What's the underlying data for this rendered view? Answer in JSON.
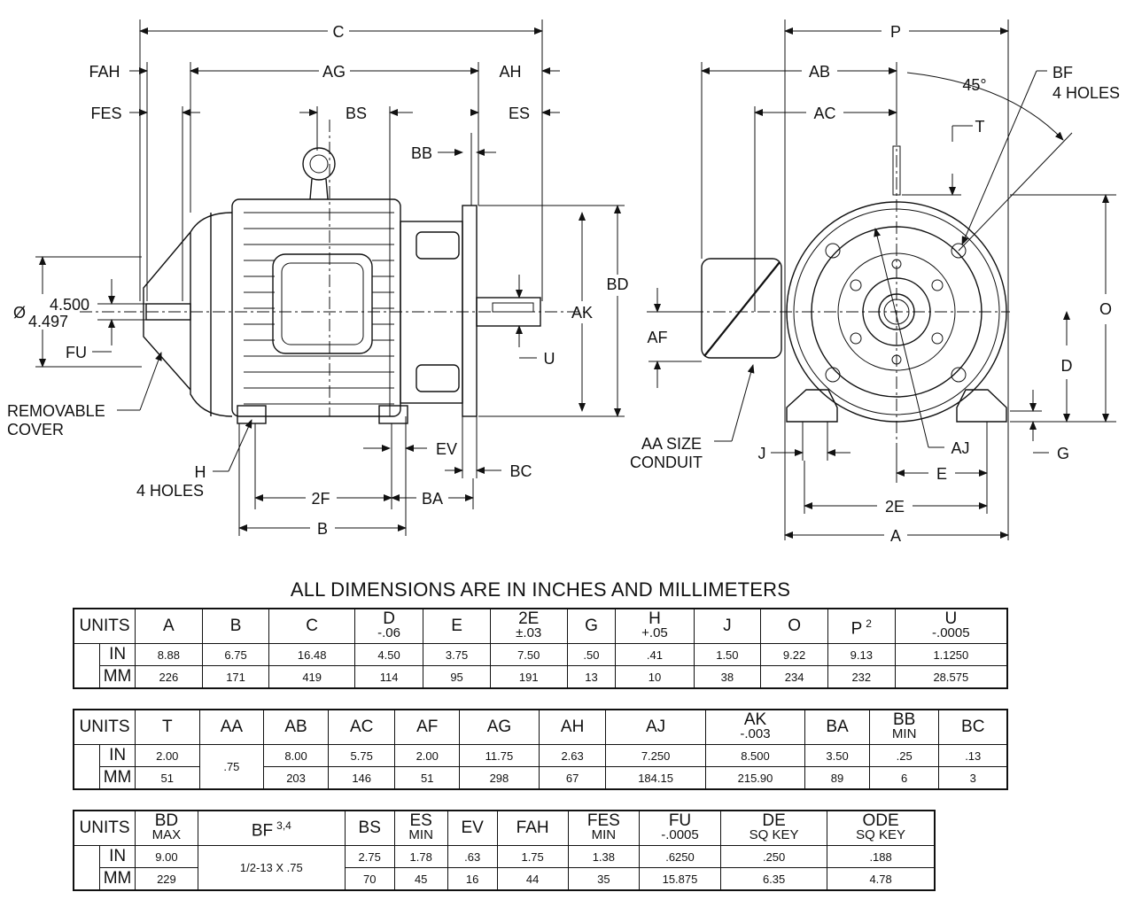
{
  "side_view": {
    "dims": {
      "C": "C",
      "FAH": "FAH",
      "AG": "AG",
      "AH": "AH",
      "FES": "FES",
      "BS": "BS",
      "ES": "ES",
      "BB": "BB",
      "BD": "BD",
      "AK": "AK",
      "U": "U",
      "FU": "FU",
      "EV": "EV",
      "BC": "BC",
      "F2": "2F",
      "BA": "BA",
      "B": "B"
    },
    "shaft_dia_top": "4.500",
    "shaft_dia_bottom": "4.497",
    "shaft_dia_symbol": "Ø",
    "removable_cover": [
      "REMOVABLE",
      "COVER"
    ],
    "holes": [
      "H",
      "4 HOLES"
    ]
  },
  "end_view": {
    "dims": {
      "P": "P",
      "AB": "AB",
      "AC": "AC",
      "T": "T",
      "O": "O",
      "AF": "AF",
      "D": "D",
      "J": "J",
      "AJ": "AJ",
      "E": "E",
      "E2": "2E",
      "A": "A",
      "G": "G"
    },
    "angle": "45°",
    "bf": [
      "BF",
      "4 HOLES"
    ],
    "conduit": [
      "AA SIZE",
      "CONDUIT"
    ]
  },
  "tables_title": "ALL DIMENSIONS ARE IN INCHES AND MILLIMETERS",
  "tables": [
    {
      "units_label": "UNITS",
      "headers": [
        {
          "top": "A",
          "sub": ""
        },
        {
          "top": "B",
          "sub": ""
        },
        {
          "top": "C",
          "sub": ""
        },
        {
          "top": "D",
          "sub": "-.06"
        },
        {
          "top": "E",
          "sub": ""
        },
        {
          "top": "2E",
          "sub": "±.03"
        },
        {
          "top": "G",
          "sub": ""
        },
        {
          "top": "H",
          "sub": "+.05"
        },
        {
          "top": "J",
          "sub": ""
        },
        {
          "top": "O",
          "sub": ""
        },
        {
          "top": "P",
          "sup": "2",
          "sub": ""
        },
        {
          "top": "U",
          "sub": "-.0005"
        }
      ],
      "rows": [
        {
          "unit": "IN",
          "values": [
            "8.88",
            "6.75",
            "16.48",
            "4.50",
            "3.75",
            "7.50",
            ".50",
            ".41",
            "1.50",
            "9.22",
            "9.13",
            "1.1250"
          ]
        },
        {
          "unit": "MM",
          "values": [
            "226",
            "171",
            "419",
            "114",
            "95",
            "191",
            "13",
            "10",
            "38",
            "234",
            "232",
            "28.575"
          ]
        }
      ]
    },
    {
      "units_label": "UNITS",
      "headers": [
        {
          "top": "T",
          "sub": ""
        },
        {
          "top": "AA",
          "sub": ""
        },
        {
          "top": "AB",
          "sub": ""
        },
        {
          "top": "AC",
          "sub": ""
        },
        {
          "top": "AF",
          "sub": ""
        },
        {
          "top": "AG",
          "sub": ""
        },
        {
          "top": "AH",
          "sub": ""
        },
        {
          "top": "AJ",
          "sub": ""
        },
        {
          "top": "AK",
          "sub": "-.003"
        },
        {
          "top": "BA",
          "sub": ""
        },
        {
          "top": "BB",
          "sub": "MIN"
        },
        {
          "top": "BC",
          "sub": ""
        }
      ],
      "rows": [
        {
          "unit": "IN",
          "values": [
            "2.00",
            ".75",
            "8.00",
            "5.75",
            "2.00",
            "11.75",
            "2.63",
            "7.250",
            "8.500",
            "3.50",
            ".25",
            ".13"
          ]
        },
        {
          "unit": "MM",
          "values": [
            "51",
            "",
            "203",
            "146",
            "51",
            "298",
            "67",
            "184.15",
            "215.90",
            "89",
            "6",
            "3"
          ]
        }
      ],
      "merged_col": 1
    },
    {
      "units_label": "UNITS",
      "headers": [
        {
          "top": "BD",
          "sub": "MAX"
        },
        {
          "top": "BF",
          "sup": "3,4",
          "sub": ""
        },
        {
          "top": "BS",
          "sub": ""
        },
        {
          "top": "ES",
          "sub": "MIN"
        },
        {
          "top": "EV",
          "sub": ""
        },
        {
          "top": "FAH",
          "sub": ""
        },
        {
          "top": "FES",
          "sub": "MIN"
        },
        {
          "top": "FU",
          "sub": "-.0005"
        },
        {
          "top": "DE",
          "sub": "SQ KEY"
        },
        {
          "top": "ODE",
          "sub": "SQ KEY"
        }
      ],
      "rows": [
        {
          "unit": "IN",
          "values": [
            "9.00",
            "1/2-13 X .75",
            "2.75",
            "1.78",
            ".63",
            "1.75",
            "1.38",
            ".6250",
            ".250",
            ".188"
          ]
        },
        {
          "unit": "MM",
          "values": [
            "229",
            "",
            "70",
            "45",
            "16",
            "44",
            "35",
            "15.875",
            "6.35",
            "4.78"
          ]
        }
      ],
      "merged_col": 1
    }
  ]
}
